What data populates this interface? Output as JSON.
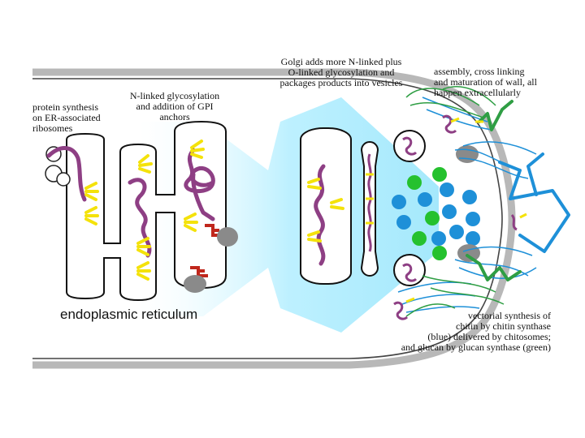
{
  "labels": {
    "protein_synthesis": [
      "protein synthesis",
      "on ER-associated",
      "ribosomes"
    ],
    "n_linked": [
      "N-linked glycosylation",
      "and addition of GPI",
      "anchors"
    ],
    "golgi": [
      "Golgi adds more N-linked plus",
      "O-linked glycosylation and",
      "packages products into vesicles"
    ],
    "assembly": [
      "assembly, cross linking",
      "and maturation of wall, all",
      "happen extracellularly"
    ],
    "er": "endoplasmic reticulum",
    "vectorial": [
      "vectorial synthesis of",
      "chitin by chitin synthase",
      "(blue) delivered by chitosomes;",
      "and glucan by glucan synthase (green)"
    ]
  },
  "colors": {
    "protein": "#8e3f84",
    "glycan": "#f4e20a",
    "gpi_anchor": "#c0271c",
    "ribosome": "#8a8a8a",
    "chitin": "#1e90d8",
    "glucan": "#2f9e44",
    "cell_wall": "#b8b8b8",
    "flow_arrow": "#bfefff"
  }
}
